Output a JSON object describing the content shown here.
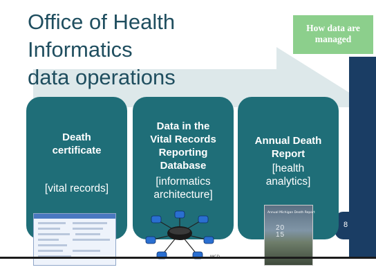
{
  "title_line1": "Office of Health Informatics",
  "title_line2": "data operations",
  "badge": {
    "line1": "How data are",
    "line2": "managed"
  },
  "cards": [
    {
      "title_lines": [
        "Death",
        "certificate"
      ],
      "sub_lines": [
        "[vital records]"
      ]
    },
    {
      "title_lines": [
        "Data in the",
        "Vital Records",
        "Reporting",
        "Database"
      ],
      "sub_lines": [
        "[informatics",
        "architecture]"
      ]
    },
    {
      "title_lines": [
        "Annual Death",
        "Report"
      ],
      "sub_lines": [
        "[health",
        "analytics]"
      ]
    }
  ],
  "page_number": "8",
  "colors": {
    "title": "#1f4e5f",
    "badge": "#8ccf8c",
    "card": "#1f6e78",
    "arrow": "#dde8ea",
    "side_bar": "#1a3d64"
  },
  "images": {
    "form": "form-screenshot",
    "database": "database-network-diagram",
    "report": "annual-death-report-cover"
  },
  "database_logo_text": "MCD",
  "report_cover": {
    "heading": "Annual Michigan Death Report",
    "year_top": "20",
    "year_bottom": "15"
  }
}
